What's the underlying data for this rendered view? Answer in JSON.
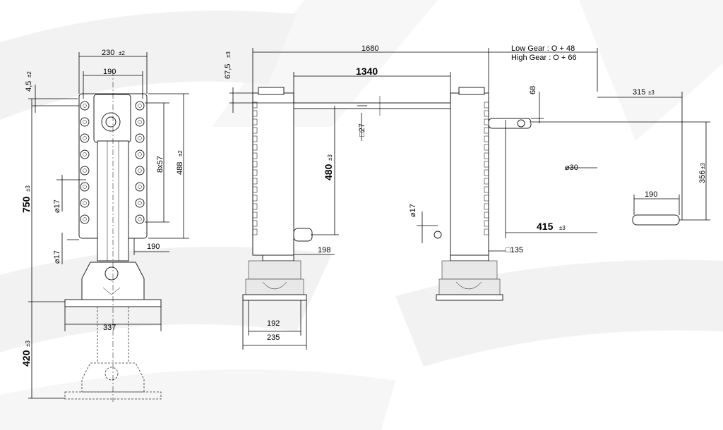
{
  "front_view": {
    "plate_width": "230",
    "plate_width_tol": "±2",
    "bolt_spacing": "190",
    "hole_pattern": "8x57",
    "plate_height": "488",
    "plate_height_tol": "±2",
    "overall_height": "750",
    "overall_height_tol": "±3",
    "stroke": "420",
    "stroke_tol": "±3",
    "top_offset": "4,5",
    "top_offset_tol": "±2",
    "foot_width": "337",
    "side_offset": "190",
    "hole_diameter_1": "⌀17",
    "hole_diameter_2": "⌀17"
  },
  "side_view": {
    "total_length": "1680",
    "leg_spacing": "1340",
    "cap_offset": "67,5",
    "cap_offset_tol": "±3",
    "gear_low": "Low Gear : O + 48",
    "gear_high": "High Gear : O + 66",
    "crank_offset": "68",
    "crank_reach": "315",
    "crank_reach_tol": "±3",
    "crank_drop": "356",
    "crank_drop_tol": "±3",
    "crank_diameter": "⌀30",
    "grip_length": "190",
    "crank_length": "415",
    "crank_length_tol": "±3",
    "pin_height": "480",
    "pin_height_tol": "±3",
    "shaft_square": "□27",
    "pin_offset": "198",
    "tube_square": "□135",
    "foot_inner": "192",
    "foot_outer": "235",
    "pin_hole": "⌀17"
  }
}
